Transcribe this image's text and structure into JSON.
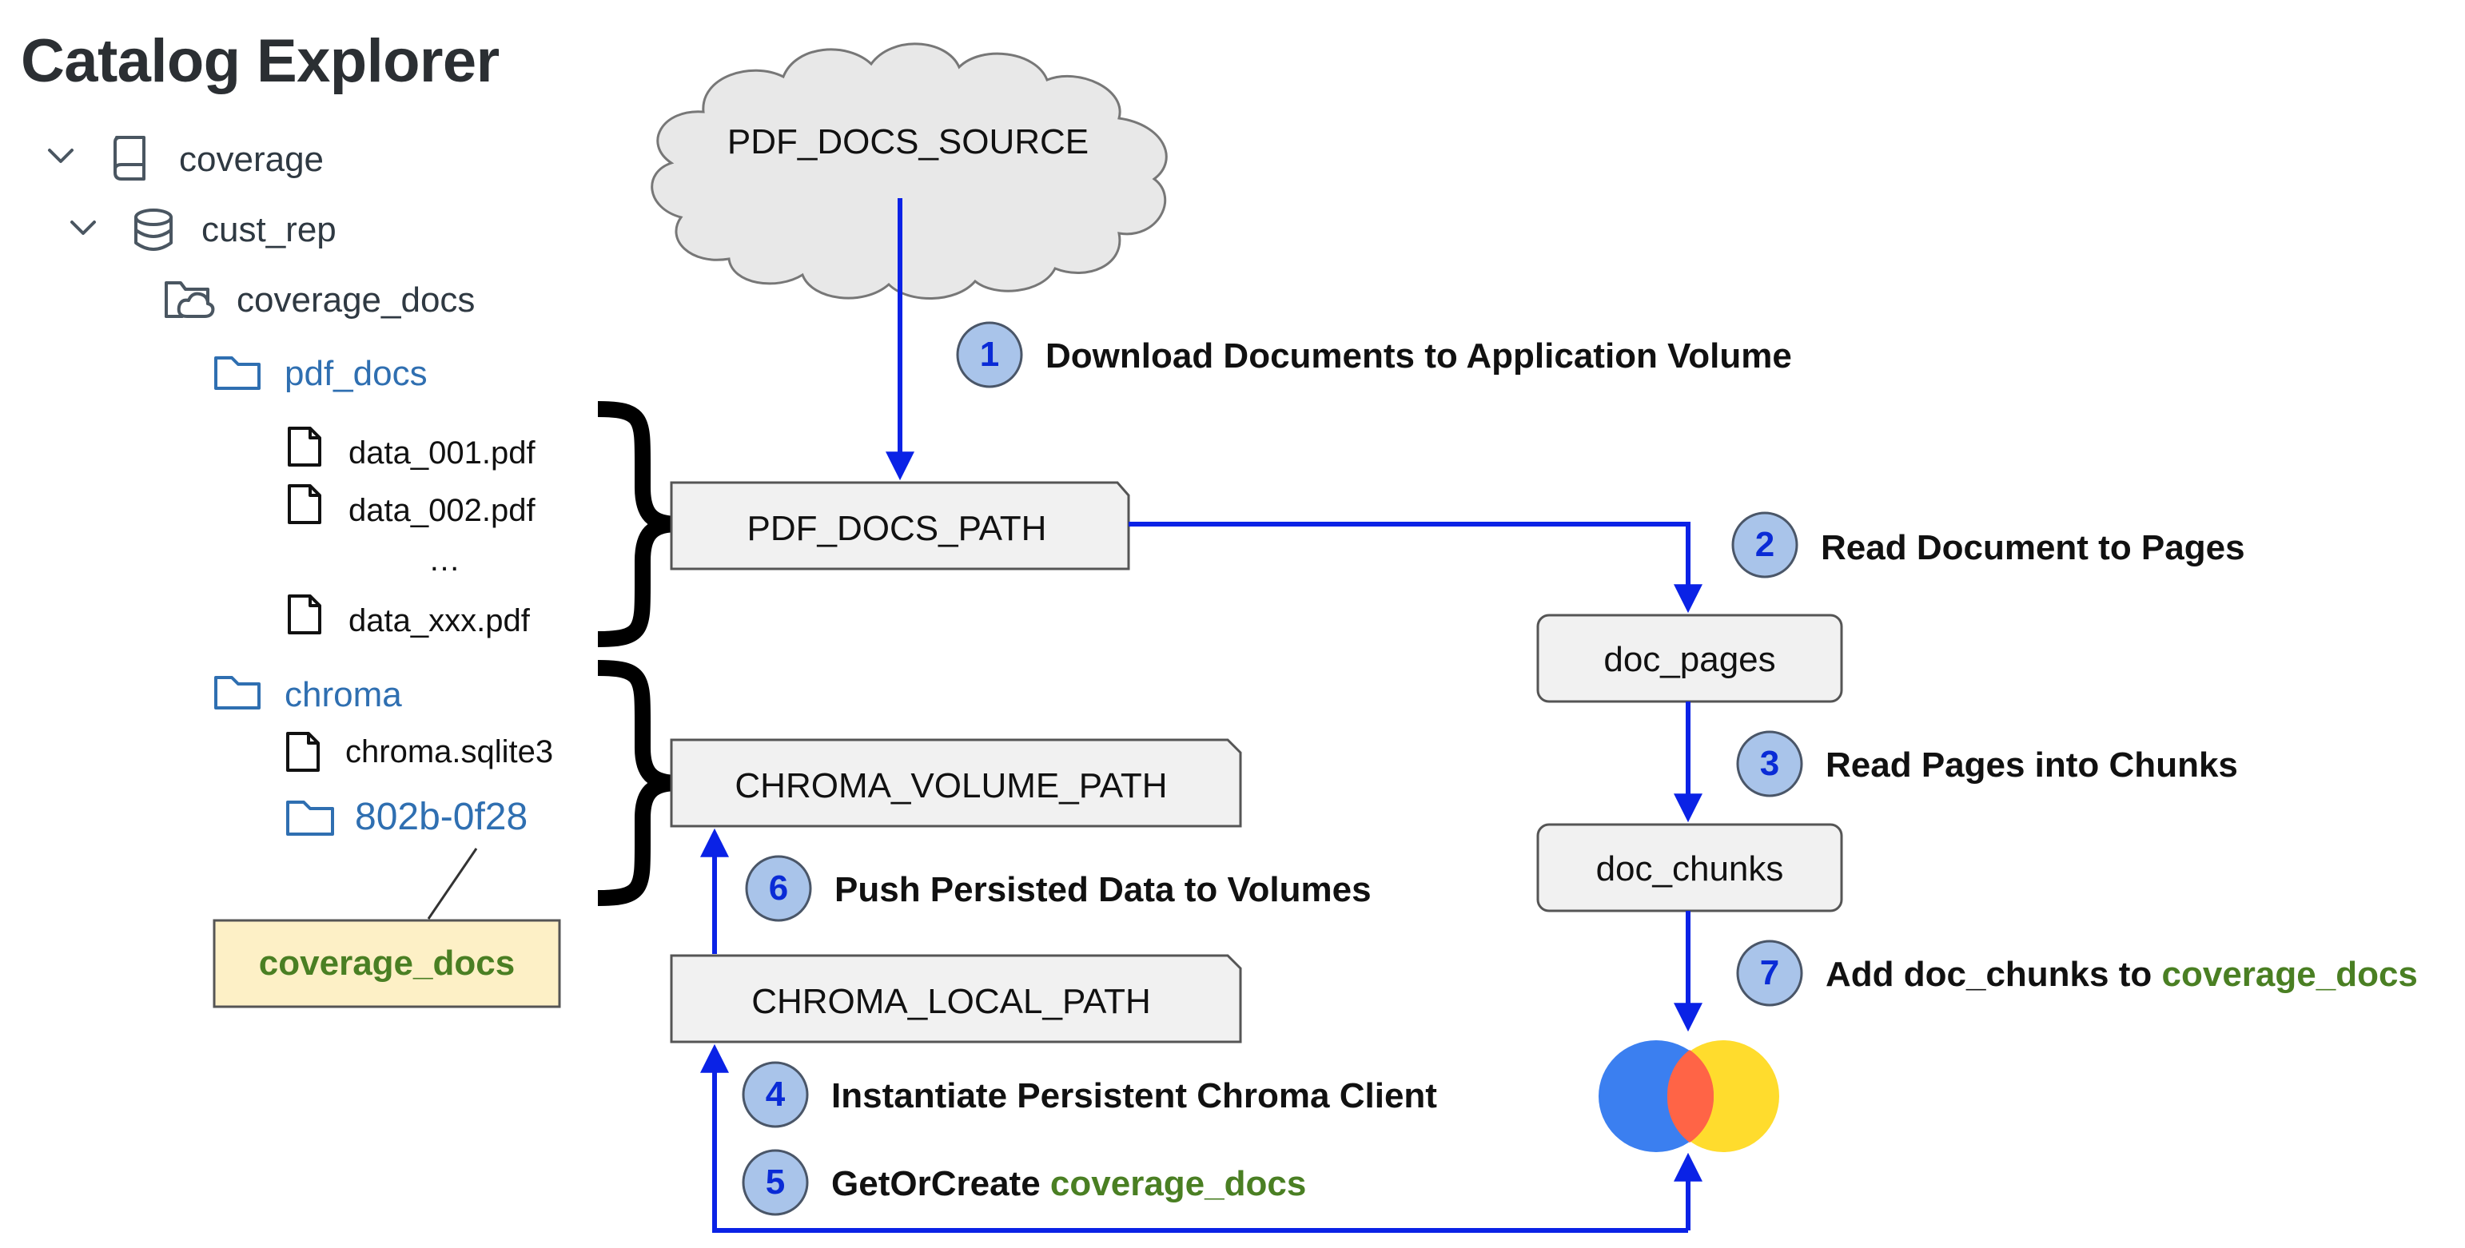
{
  "title": "Catalog Explorer",
  "tree": {
    "catalog": "coverage",
    "schema": "cust_rep",
    "volume": "coverage_docs",
    "pdf_folder": "pdf_docs",
    "files": [
      "data_001.pdf",
      "data_002.pdf",
      "…",
      "data_xxx.pdf"
    ],
    "chroma_folder": "chroma",
    "chroma_file": "chroma.sqlite3",
    "chroma_sub": "802b-0f28",
    "callout": "coverage_docs"
  },
  "nodes": {
    "source": "PDF_DOCS_SOURCE",
    "pdf_path": "PDF_DOCS_PATH",
    "chroma_volume": "CHROMA_VOLUME_PATH",
    "chroma_local": "CHROMA_LOCAL_PATH",
    "doc_pages": "doc_pages",
    "doc_chunks": "doc_chunks"
  },
  "steps": [
    {
      "n": "1",
      "text": "Download Documents to Application Volume"
    },
    {
      "n": "2",
      "text": "Read Document to Pages"
    },
    {
      "n": "3",
      "text": "Read Pages into Chunks"
    },
    {
      "n": "4",
      "text": "Instantiate Persistent Chroma Client"
    },
    {
      "n": "5",
      "text": "GetOrCreate ",
      "highlight": "coverage_docs"
    },
    {
      "n": "6",
      "text": "Push Persisted Data to Volumes"
    },
    {
      "n": "7",
      "text": "Add doc_chunks to ",
      "highlight": "coverage_docs"
    }
  ],
  "colors": {
    "arrow": "#0a22e6",
    "badge_fill": "#a9c4ea",
    "badge_text": "#0a2bd6",
    "callout_fill": "#fdf0c6",
    "callout_text": "#4a7f23",
    "box_fill": "#f1f1f1",
    "tree_blue": "#2f6fb1",
    "logo_blue": "#3b7ff0",
    "logo_red": "#ff6446",
    "logo_yellow": "#ffdc2d"
  }
}
